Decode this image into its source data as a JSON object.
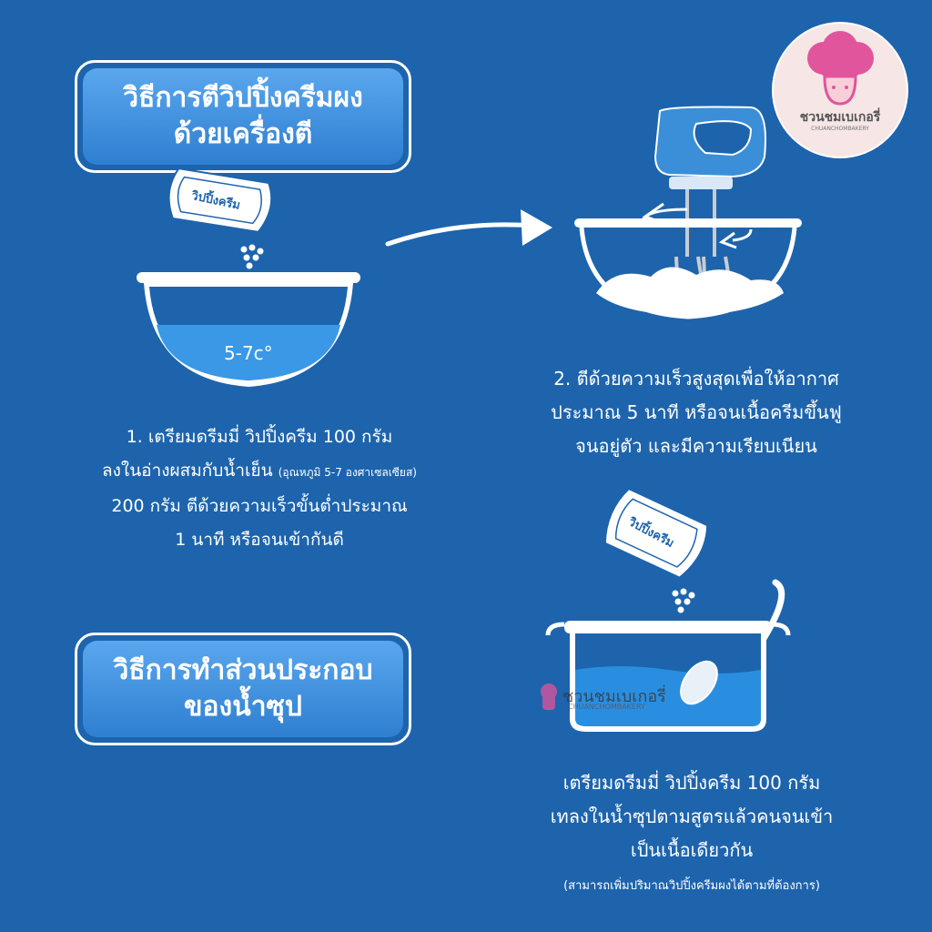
{
  "titles": {
    "whip_method_line1": "วิธีการตีวิปปิ้งครีมผง",
    "whip_method_line2": "ด้วยเครื่องตี",
    "soup_method_line1": "วิธีการทำส่วนประกอบ",
    "soup_method_line2": "ของน้ำซุป"
  },
  "bag_label": "วิปปิ้งครีม",
  "bowl_temp_label": "5-7c°",
  "step1": {
    "line1": "1. เตรียมดรีมมี่ วิปปิ้งครีม 100 กรัม",
    "line2": "ลงในอ่างผสมกับน้ำเย็น",
    "line2_note": "(อุณหภูมิ 5-7 องศาเซลเซียส)",
    "line3": "200 กรัม ตีด้วยความเร็วขั้นต่ำประมาณ",
    "line4": "1 นาที หรือจนเข้ากันดี"
  },
  "step2": {
    "line1": "2. ตีด้วยความเร็วสูงสุดเพื่อให้อากาศ",
    "line2": "ประมาณ 5 นาที หรือจนเนื้อครีมขึ้นฟู",
    "line3": "จนอยู่ตัว และมีความเรียบเนียน"
  },
  "step3": {
    "line1": "เตรียมดรีมมี่ วิปปิ้งครีม 100 กรัม",
    "line2": "เทลงในน้ำซุปตามสูตรแล้วคนจนเข้า",
    "line3": "เป็นเนื้อเดียวกัน",
    "note": "(สามารถเพิ่มปริมาณวิปปิ้งครีมผงได้ตามที่ต้องการ)"
  },
  "logo": {
    "name": "ชวนชมเบเกอรี่",
    "sub": "CHUANCHOMBAKERY"
  },
  "colors": {
    "background": "#1d64ad",
    "title_fill": "#3f8fe0",
    "water": "#2a8ee0",
    "cream": "#ffffff",
    "mixer": "#3a8fd8",
    "logo_bg": "#f6e6e6",
    "logo_accent": "#e0559c"
  },
  "icons": [
    "powder-bag-icon",
    "mixing-bowl-icon",
    "arrow-icon",
    "hand-mixer-icon",
    "pot-icon",
    "spoon-icon",
    "chef-hat-logo-icon"
  ]
}
